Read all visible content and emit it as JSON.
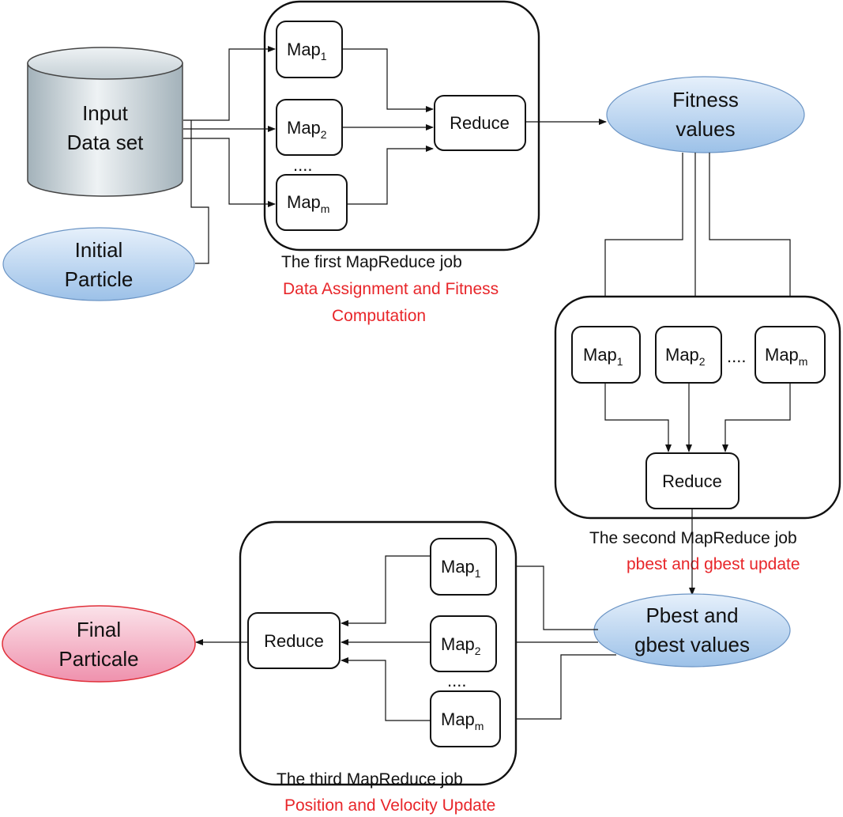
{
  "input_dataset": {
    "line1": "Input",
    "line2": "Data set"
  },
  "initial_particle": {
    "line1": "Initial",
    "line2": "Particle"
  },
  "fitness_values": {
    "line1": "Fitness",
    "line2": "values"
  },
  "pbest_gbest_values": {
    "line1": "Pbest and",
    "line2": "gbest values"
  },
  "final_particle": {
    "line1": "Final",
    "line2": "Particale"
  },
  "common": {
    "map": "Map",
    "reduce": "Reduce",
    "ellipsis": "....",
    "sub1": "1",
    "sub2": "2",
    "subm": "m"
  },
  "job1": {
    "title": "The first MapReduce job",
    "subtitle_line1": "Data Assignment and Fitness",
    "subtitle_line2": "Computation"
  },
  "job2": {
    "title": "The second MapReduce job",
    "subtitle": "pbest and gbest update"
  },
  "job3": {
    "title": "The third MapReduce job",
    "subtitle": "Position and Velocity Update"
  },
  "colors": {
    "ellipse_blue_top": "#e6f0fb",
    "ellipse_blue_bottom": "#9cc1e8",
    "ellipse_pink_top": "#fbe3ea",
    "ellipse_pink_bottom": "#ef91ad",
    "ellipse_pink_outline": "#e0303a",
    "cylinder_light": "#eef2f4",
    "cylinder_dark": "#a3b2ba",
    "subtitle_red": "#e8262a"
  }
}
